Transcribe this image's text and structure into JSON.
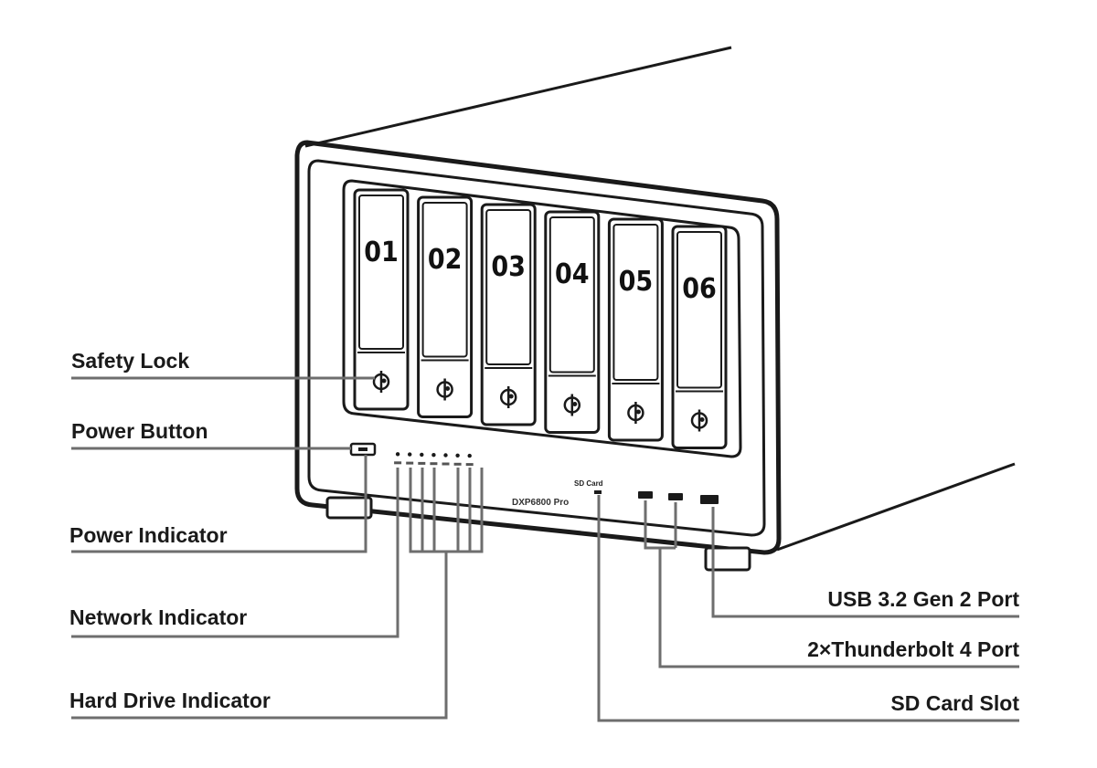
{
  "device": {
    "model_label": "DXP6800 Pro",
    "sd_slot_label": "SD Card",
    "bays": [
      "01",
      "02",
      "03",
      "04",
      "05",
      "06"
    ]
  },
  "callouts": {
    "safety_lock": "Safety Lock",
    "power_button": "Power Button",
    "power_indicator": "Power Indicator",
    "network_indicator": "Network Indicator",
    "hard_drive_indicator": "Hard Drive Indicator",
    "usb_port": "USB 3.2 Gen 2 Port",
    "thunderbolt_port": "2×Thunderbolt 4 Port",
    "sd_card_slot": "SD Card Slot"
  },
  "icons": {
    "lock": "lock-icon",
    "power": "power-button-icon"
  },
  "colors": {
    "line": "#1a1a1a",
    "leader": "#6e6e6e",
    "background": "#ffffff"
  }
}
